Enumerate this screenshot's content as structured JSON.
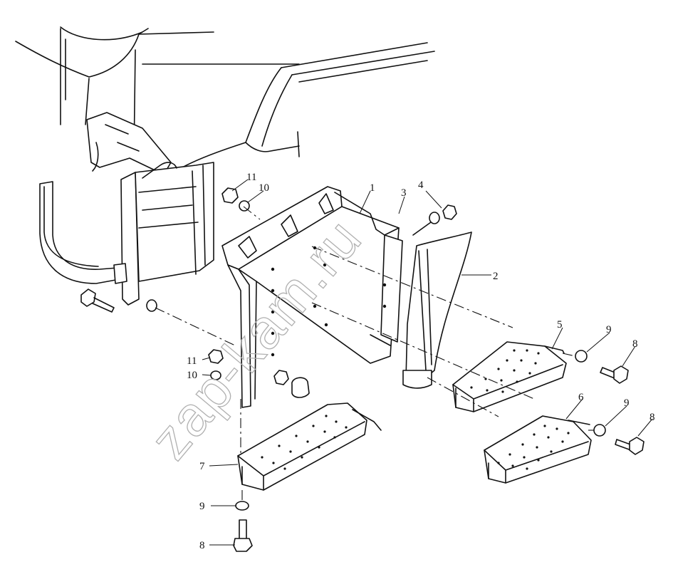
{
  "watermark": "zap-kam.ru",
  "callouts": [
    {
      "id": "c1",
      "label": "1"
    },
    {
      "id": "c2",
      "label": "2"
    },
    {
      "id": "c3",
      "label": "3"
    },
    {
      "id": "c4",
      "label": "4"
    },
    {
      "id": "c5",
      "label": "5"
    },
    {
      "id": "c6",
      "label": "6"
    },
    {
      "id": "c7",
      "label": "7"
    },
    {
      "id": "c8a",
      "label": "8"
    },
    {
      "id": "c8b",
      "label": "8"
    },
    {
      "id": "c8c",
      "label": "8"
    },
    {
      "id": "c9a",
      "label": "9"
    },
    {
      "id": "c9b",
      "label": "9"
    },
    {
      "id": "c9c",
      "label": "9"
    },
    {
      "id": "c10a",
      "label": "10"
    },
    {
      "id": "c10b",
      "label": "10"
    },
    {
      "id": "c11a",
      "label": "11"
    },
    {
      "id": "c11b",
      "label": "11"
    }
  ]
}
